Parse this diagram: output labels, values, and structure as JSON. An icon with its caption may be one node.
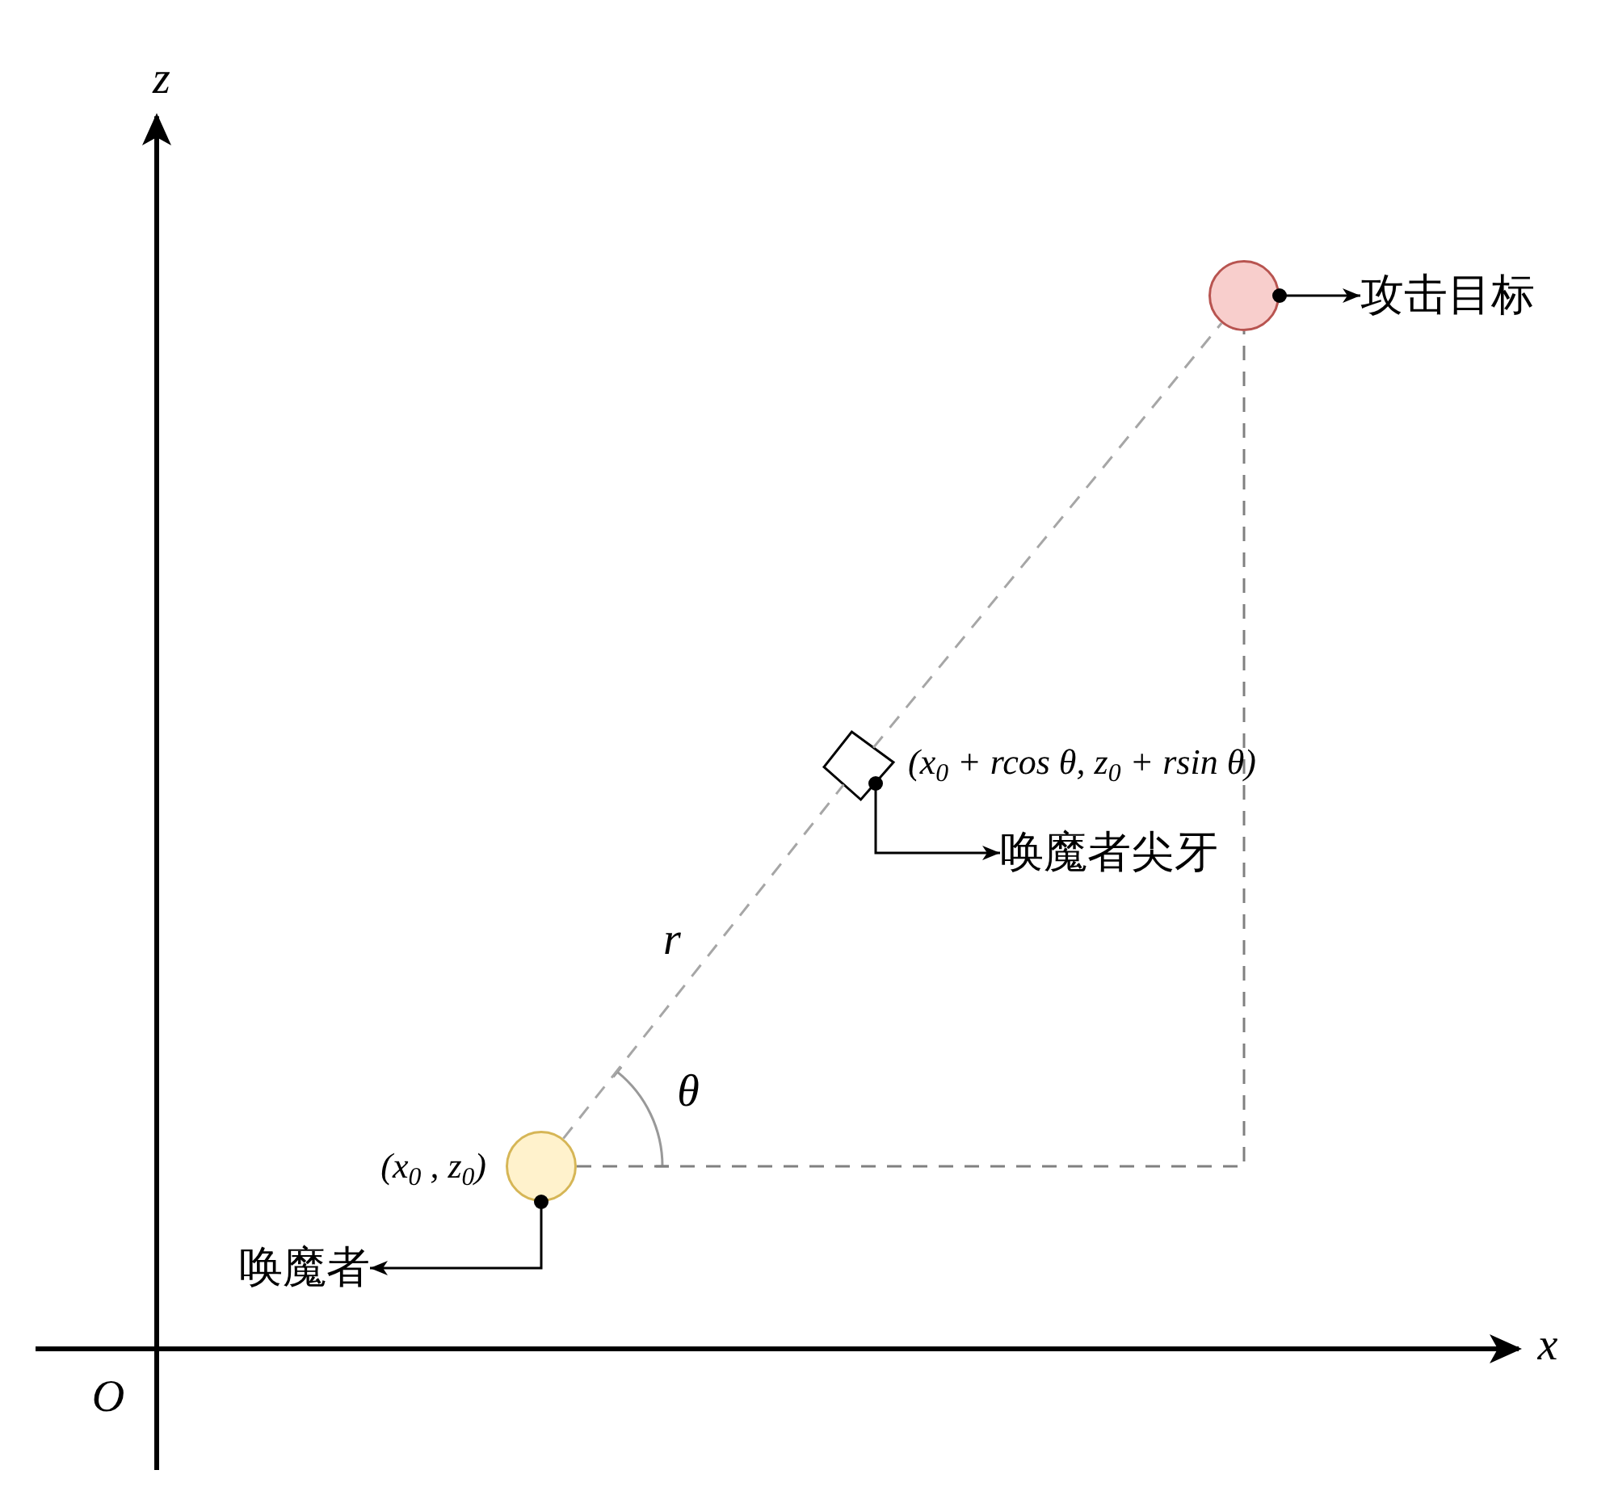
{
  "diagram": {
    "nodes": [
      {
        "text": [],
        "shape": "circle"
      },
      {
        "text": [
          "攻击目标"
        ]
      },
      {
        "text": [],
        "shape": "diamond",
        "beside": [
          "(x$_{0}$ + rcos θ, z$_{0}$ + rsin θ)"
        ]
      },
      {
        "text": [
          "唤魔者尖牙"
        ]
      },
      {
        "text": [],
        "shape": "circle",
        "beside": [
          "(x$_{0}$ , z$_{0}$)"
        ]
      },
      {
        "text": [
          "唤魔者"
        ]
      }
    ],
    "edges": [
      {
        "from": 0,
        "to": 1,
        "arrow": "to"
      },
      {
        "from": 2,
        "to": 3,
        "arrow": "to"
      },
      {
        "from": 4,
        "to": 5,
        "arrow": "to"
      },
      {
        "from": 4,
        "to": 2,
        "arrow": "none",
        "style": "dashed",
        "color": "#a6a6a6"
      },
      {
        "from": 2,
        "to": 0,
        "arrow": "none",
        "style": "dashed",
        "color": "#a6a6a6"
      },
      {
        "from": 4,
        "to": 0,
        "arrow": "none",
        "style": "dashed",
        "color": "#808080"
      }
    ],
    "labels": [
      "z",
      "r",
      "θ",
      "x",
      "O"
    ]
  }
}
